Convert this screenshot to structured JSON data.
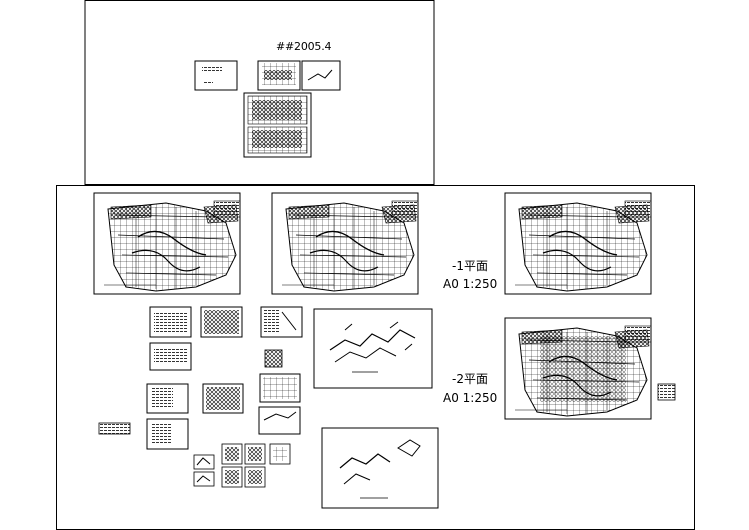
{
  "drawing": {
    "title": "##2005.4",
    "level_minus1": {
      "name": "-1平面",
      "scale": "A0 1:250"
    },
    "level_minus2": {
      "name": "-2平面",
      "scale": "A0 1:250"
    }
  },
  "colors": {
    "background": "#ffffff",
    "line": "#000000"
  }
}
